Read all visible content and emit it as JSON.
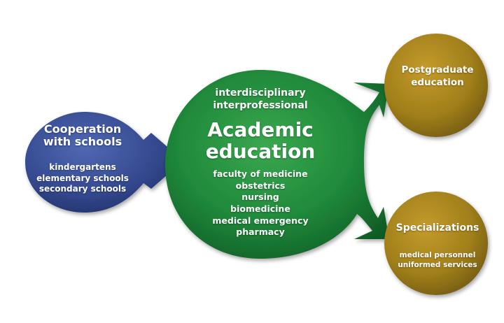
{
  "colors": {
    "blue": "#33498f",
    "green": "#1f8a3a",
    "gold": "#a07f1a",
    "text": "#ffffff"
  },
  "left_node": {
    "title_lines": [
      "Cooperation",
      "with schools"
    ],
    "items": [
      "kindergartens",
      "elementary schools",
      "secondary schools"
    ]
  },
  "center_node": {
    "top_items": [
      "interdisciplinary",
      "interprofessional"
    ],
    "title_lines": [
      "Academic",
      "education"
    ],
    "items": [
      "faculty of medicine",
      "obstetrics",
      "nursing",
      "biomedicine",
      "medical emergency",
      "pharmacy"
    ]
  },
  "top_right_node": {
    "title_lines": [
      "Postgraduate",
      "education"
    ]
  },
  "bottom_right_node": {
    "title": "Specializations",
    "items": [
      "medical personnel",
      "uniformed services"
    ]
  }
}
